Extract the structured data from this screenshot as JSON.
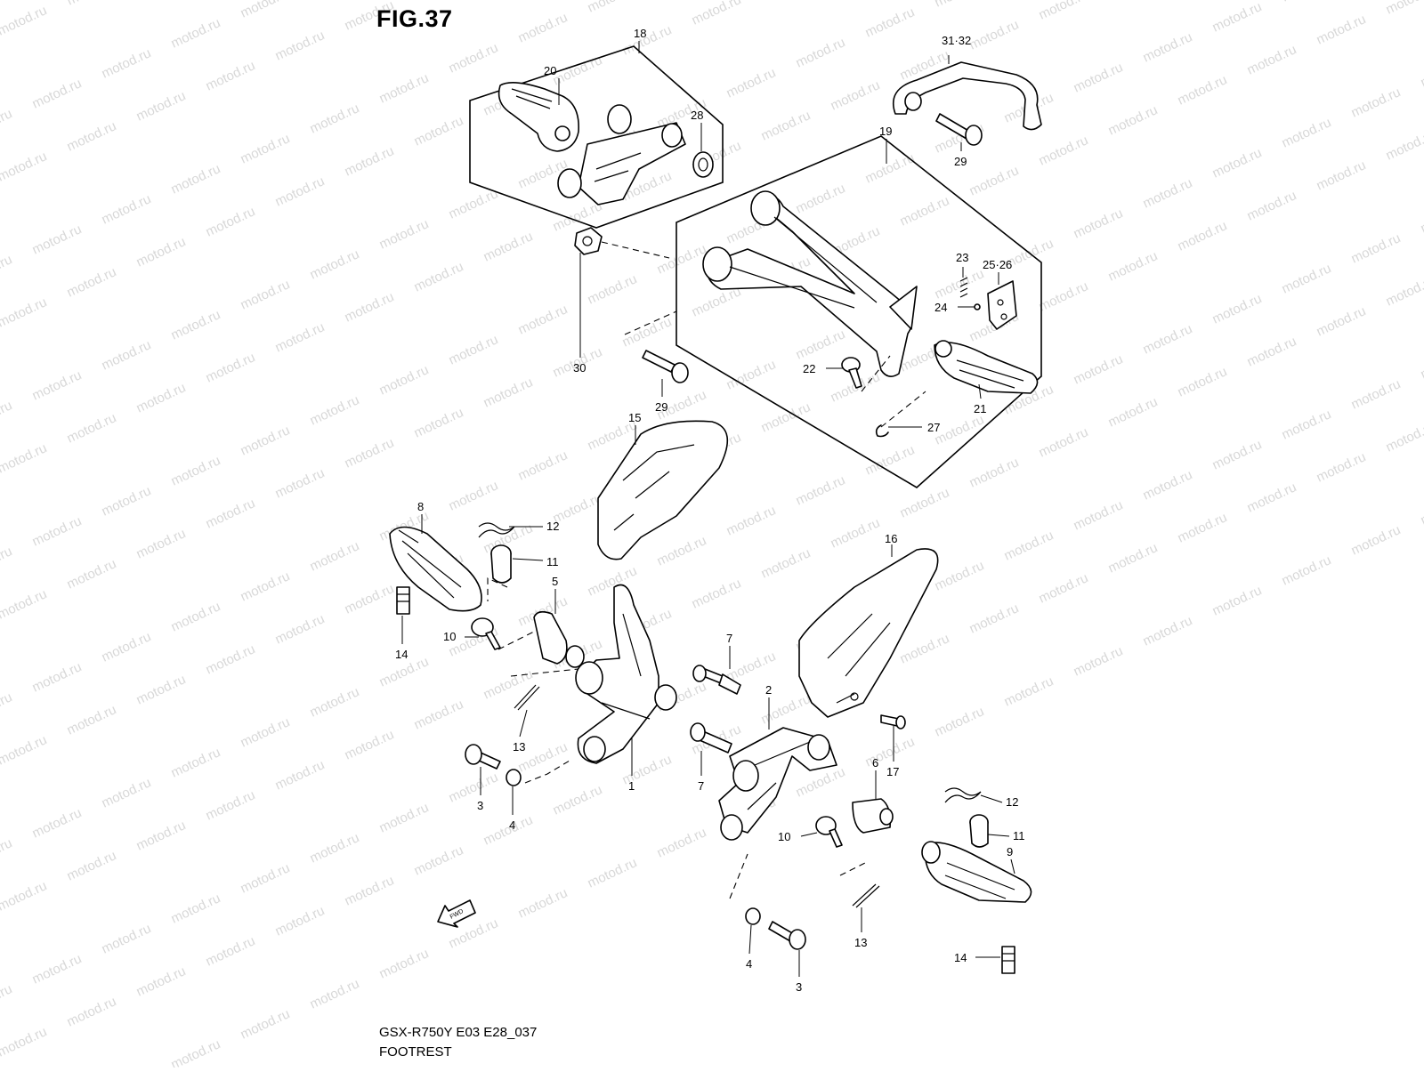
{
  "figure": {
    "title": "FIG.37"
  },
  "footer": {
    "model_code": "GSX-R750Y E03 E28_037",
    "section_name": "FOOTREST"
  },
  "watermark": {
    "text": "motod.ru",
    "color": "#d8d8d8"
  },
  "direction_arrow": {
    "label": "FWD"
  },
  "callouts": [
    {
      "id": "c1",
      "label": "1"
    },
    {
      "id": "c2",
      "label": "2"
    },
    {
      "id": "c3a",
      "label": "3"
    },
    {
      "id": "c3b",
      "label": "3"
    },
    {
      "id": "c4a",
      "label": "4"
    },
    {
      "id": "c4b",
      "label": "4"
    },
    {
      "id": "c5",
      "label": "5"
    },
    {
      "id": "c6",
      "label": "6"
    },
    {
      "id": "c7a",
      "label": "7"
    },
    {
      "id": "c7b",
      "label": "7"
    },
    {
      "id": "c8",
      "label": "8"
    },
    {
      "id": "c9",
      "label": "9"
    },
    {
      "id": "c10a",
      "label": "10"
    },
    {
      "id": "c10b",
      "label": "10"
    },
    {
      "id": "c11a",
      "label": "11"
    },
    {
      "id": "c11b",
      "label": "11"
    },
    {
      "id": "c12a",
      "label": "12"
    },
    {
      "id": "c12b",
      "label": "12"
    },
    {
      "id": "c13a",
      "label": "13"
    },
    {
      "id": "c13b",
      "label": "13"
    },
    {
      "id": "c14a",
      "label": "14"
    },
    {
      "id": "c14b",
      "label": "14"
    },
    {
      "id": "c15",
      "label": "15"
    },
    {
      "id": "c16",
      "label": "16"
    },
    {
      "id": "c17",
      "label": "17"
    },
    {
      "id": "c18",
      "label": "18"
    },
    {
      "id": "c19",
      "label": "19"
    },
    {
      "id": "c20",
      "label": "20"
    },
    {
      "id": "c21",
      "label": "21"
    },
    {
      "id": "c22",
      "label": "22"
    },
    {
      "id": "c23",
      "label": "23"
    },
    {
      "id": "c24",
      "label": "24"
    },
    {
      "id": "c2526",
      "label": "25·26"
    },
    {
      "id": "c27",
      "label": "27"
    },
    {
      "id": "c28",
      "label": "28"
    },
    {
      "id": "c29a",
      "label": "29"
    },
    {
      "id": "c29b",
      "label": "29"
    },
    {
      "id": "c30",
      "label": "30"
    },
    {
      "id": "c3132",
      "label": "31·32"
    }
  ]
}
